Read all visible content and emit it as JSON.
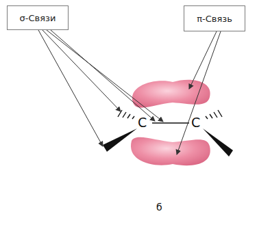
{
  "diagram": {
    "nodes": [
      {
        "text": [
          "σ-Связи"
        ]
      },
      {
        "text": [
          "π-Связь"
        ]
      }
    ],
    "labels": [
      "C",
      "C",
      "б"
    ]
  }
}
